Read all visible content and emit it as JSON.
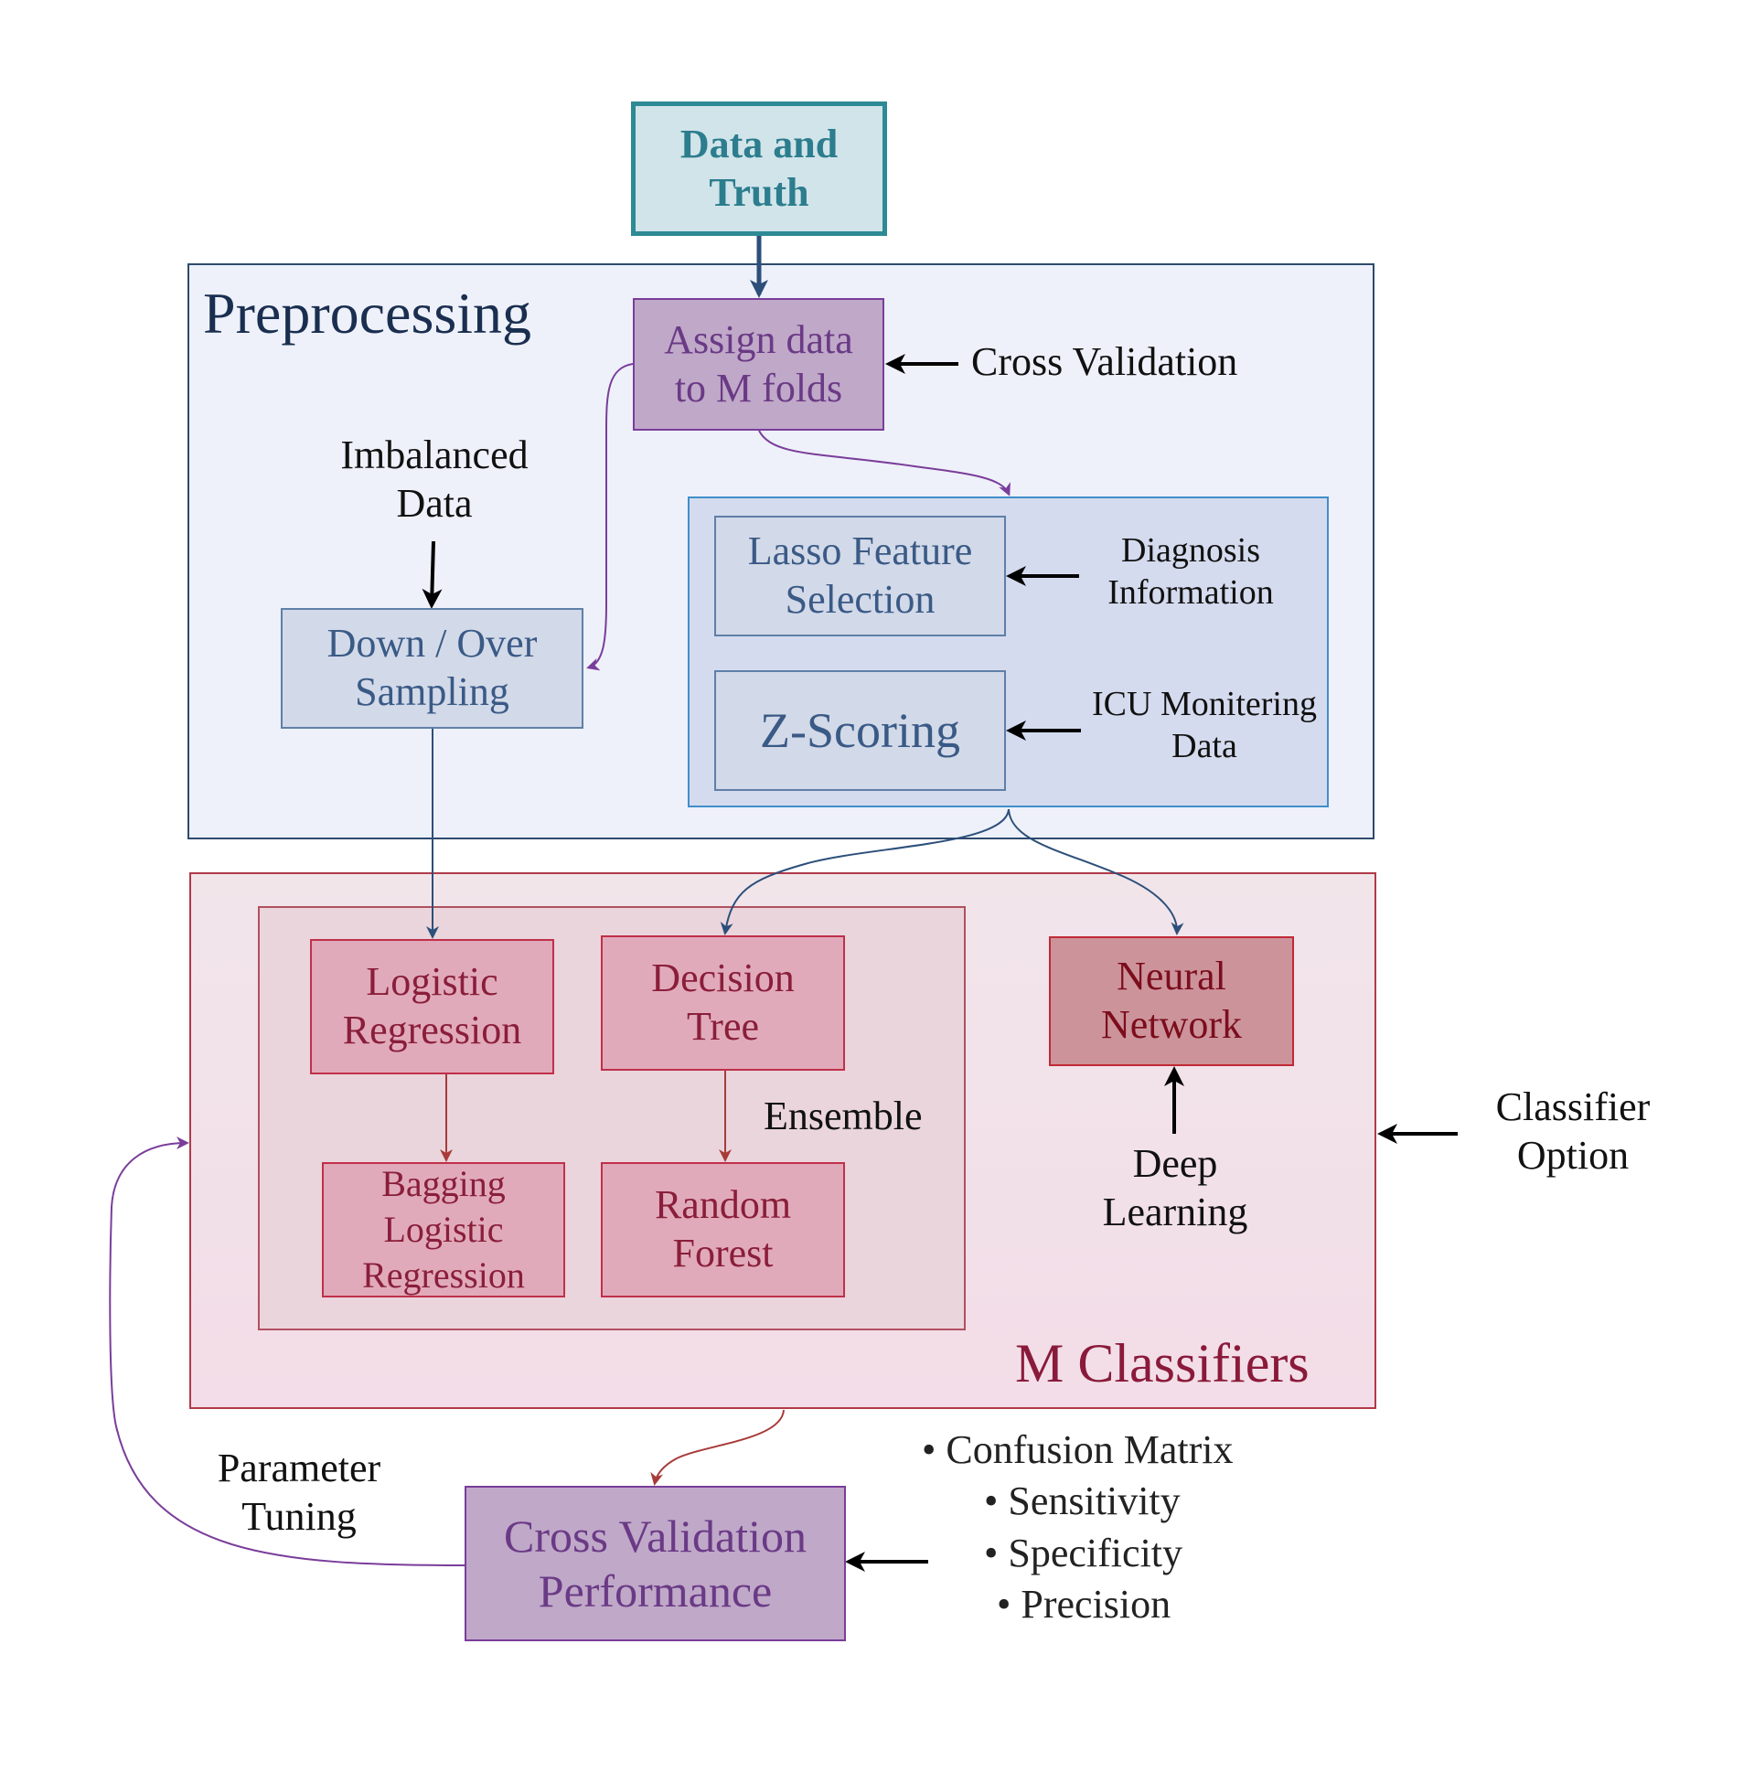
{
  "nodes": {
    "data_truth": "Data and\nTruth",
    "assign_folds": "Assign data\nto M folds",
    "down_over": "Down / Over\nSampling",
    "lasso": "Lasso Feature\nSelection",
    "zscore": "Z-Scoring",
    "logistic": "Logistic\nRegression",
    "decision_tree": "Decision\nTree",
    "bagging": "Bagging\nLogistic\nRegression",
    "random_forest": "Random\nForest",
    "neural_net": "Neural\nNetwork",
    "cv_performance": "Cross Validation\nPerformance"
  },
  "groups": {
    "preprocessing": "Preprocessing",
    "m_classifiers": "M Classifiers",
    "ensemble": "Ensemble"
  },
  "labels": {
    "cross_validation": "Cross Validation",
    "imbalanced": "Imbalanced\nData",
    "diagnosis": "Diagnosis\nInformation",
    "icu": "ICU Monitering\nData",
    "deep_learning": "Deep\nLearning",
    "classifier_option": "Classifier\nOption",
    "parameter_tuning": "Parameter\nTuning"
  },
  "metrics": [
    "• Confusion Matrix",
    "• Sensitivity",
    "• Specificity",
    "• Precision"
  ],
  "colors": {
    "preprocessing_border": "#2e4a6d",
    "classifier_border": "#b03a48",
    "purple_arrow": "#7a3d9a",
    "blue_arrow": "#2c4f7a",
    "red_arrow": "#a83a3a"
  }
}
